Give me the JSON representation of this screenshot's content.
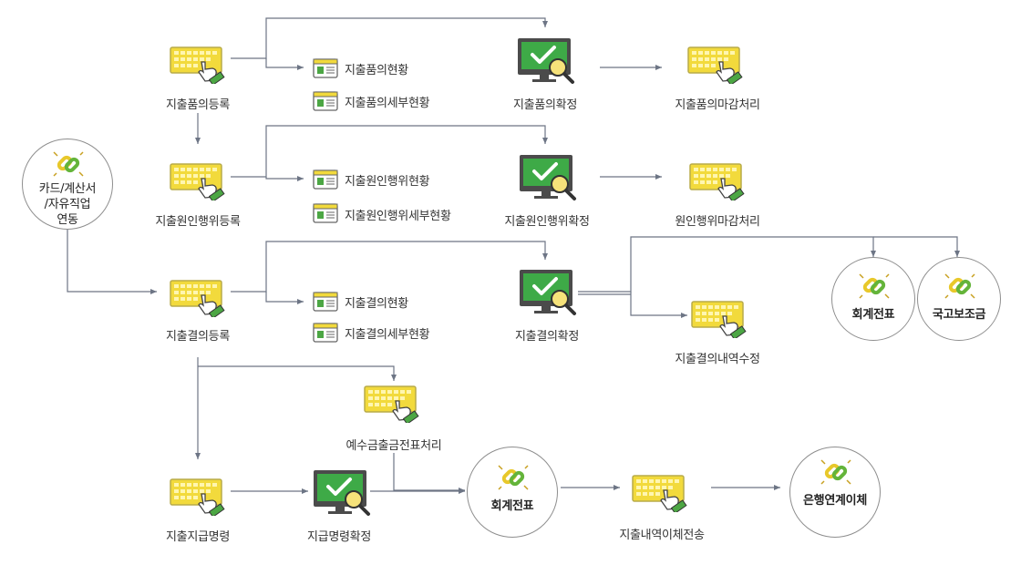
{
  "keyboard_nodes": {
    "register": "지출품의등록",
    "close": "지출품의마감처리",
    "cause_register": "지출원인행위등록",
    "cause_close": "원인행위마감처리",
    "resolution_register": "지출결의등록",
    "resolution_edit": "지출결의내역수정",
    "withholding": "예수금출금전표처리",
    "payment_order": "지출지급명령",
    "transfer_send": "지출내역이체전송"
  },
  "monitor_nodes": {
    "confirm": "지출품의확정",
    "cause_confirm": "지출원인행위확정",
    "resolution_confirm": "지출결의확정",
    "payment_confirm": "지급명령확정"
  },
  "documents": {
    "status": "지출품의현황",
    "detail_status": "지출품의세부현황",
    "cause_status": "지출원인행위현황",
    "cause_detail_status": "지출원인행위세부현황",
    "resolution_status": "지출결의현황",
    "resolution_detail_status": "지출결의세부현황"
  },
  "link_nodes": {
    "card_link": [
      "카드/계산서",
      "/자유직업",
      "연동"
    ],
    "voucher_1": "회계전표",
    "subsidy": "국고보조금",
    "voucher_2": "회계전표",
    "bank_transfer": "은행연계이체"
  },
  "colors": {
    "key_yellow": "#f2da3c",
    "key_edge": "#b8ab4a",
    "hand_green": "#4ca644",
    "screen_green": "#3eaa47",
    "monitor_frame": "#4b4b4b",
    "arrow": "#6d7585",
    "link_gold": "#e8c82a",
    "link_green": "#64b43a"
  },
  "icons": [
    "keyboard-hand-icon",
    "monitor-check-icon",
    "document-icon",
    "chain-link-icon"
  ]
}
